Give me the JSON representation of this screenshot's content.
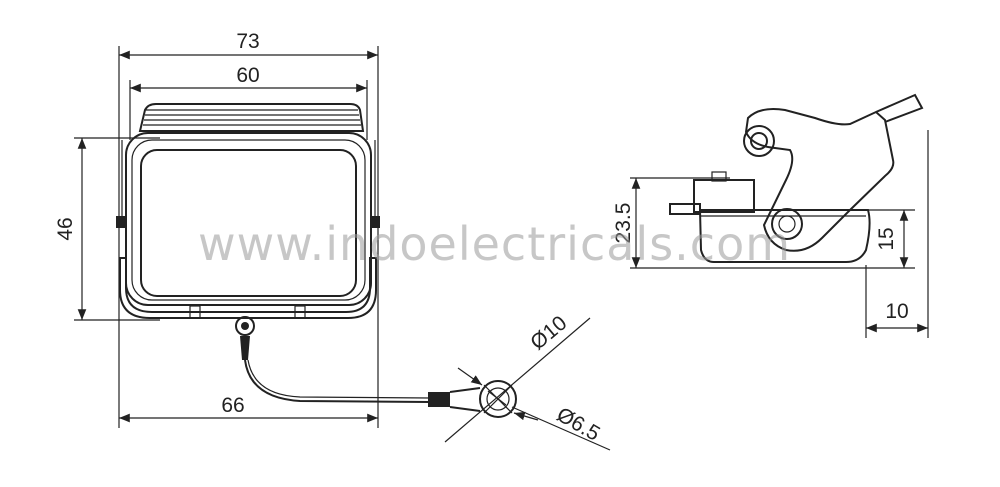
{
  "front_view": {
    "dim_overall_width": "73",
    "dim_lens_width": "60",
    "dim_height": "46",
    "dim_bracket_width": "66"
  },
  "ring_terminal": {
    "dim_outer_diameter": "Ø10",
    "dim_inner_diameter": "Ø6.5"
  },
  "side_view": {
    "dim_height": "23.5",
    "dim_base_height": "15",
    "dim_base_depth": "10"
  },
  "watermark": "www.indoelectricals.com"
}
